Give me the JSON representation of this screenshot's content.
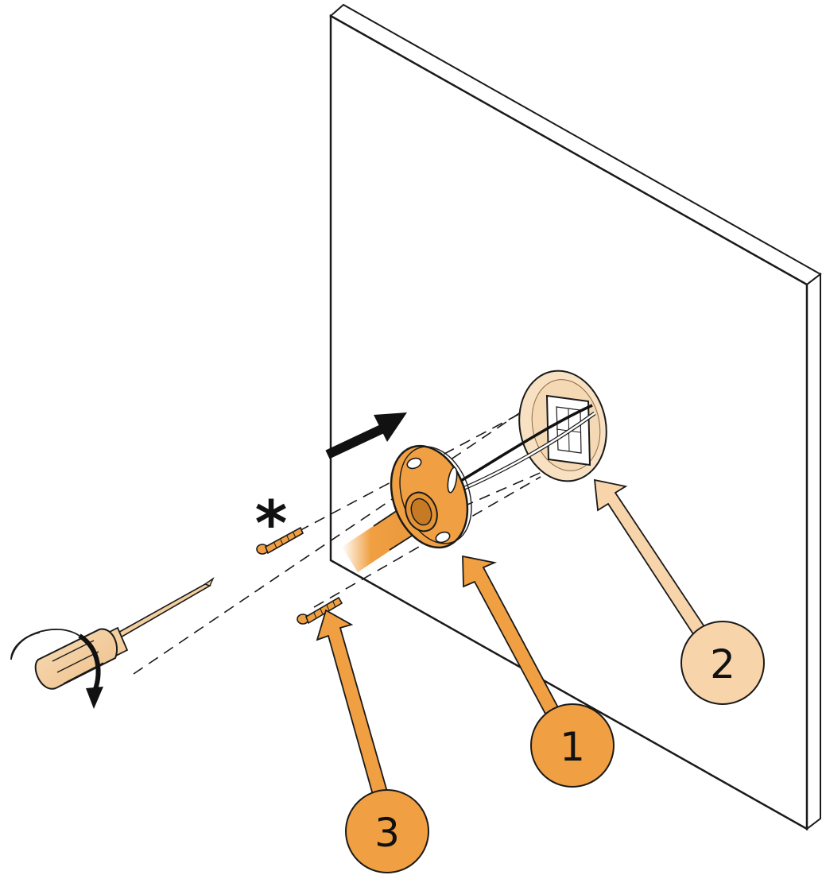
{
  "callouts": [
    {
      "id": "1",
      "label": "1",
      "color": "#f0a042"
    },
    {
      "id": "2",
      "label": "2",
      "color": "#f8d4aa"
    },
    {
      "id": "3",
      "label": "3",
      "color": "#f0a042"
    }
  ],
  "asterisk": "*",
  "colors": {
    "wall": "#ffffff",
    "outline": "#1a1a1a",
    "orange": "#f0a042",
    "dark_orange": "#c77a24",
    "light_orange": "#f8d4aa",
    "tool_skin": "#f3cfa0"
  }
}
